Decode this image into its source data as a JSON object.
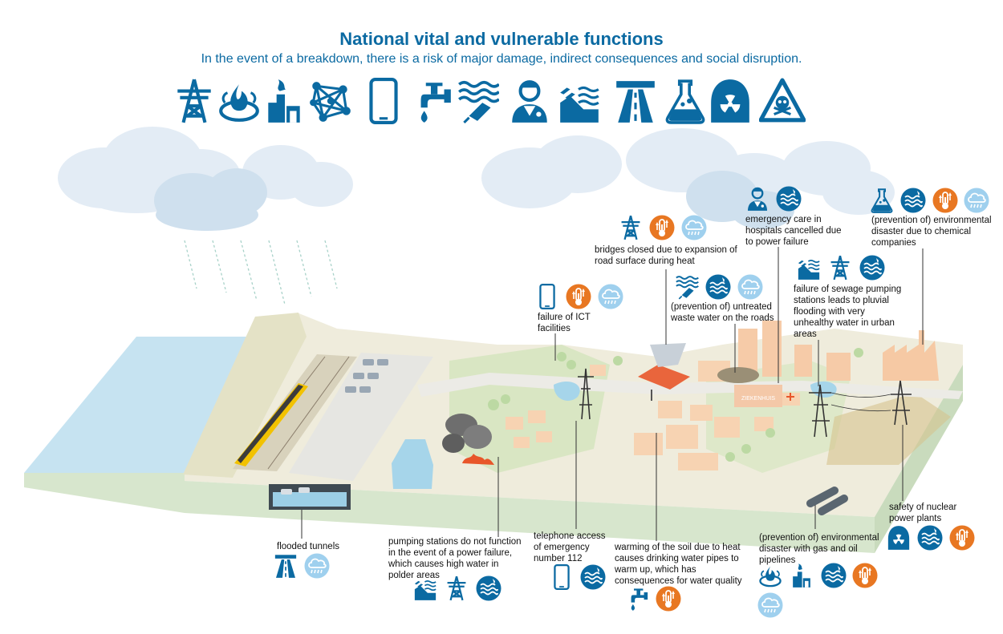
{
  "header": {
    "title": "National vital and vulnerable functions",
    "subtitle": "In the event of a breakdown, there is a risk of major damage, indirect consequences and social disruption."
  },
  "colors": {
    "blue": "#0b6aa2",
    "orange": "#e87722",
    "light_blue": "#9fd0ee",
    "water": "#a6d5ea",
    "terrain": "#e9e4cf",
    "green": "#b9d8a2"
  },
  "top_icons": [
    "power-pylon-icon",
    "gas-flame-icon",
    "factory-icon",
    "network-icon",
    "mobile-phone-icon",
    "water-tap-icon",
    "waste-water-icon",
    "doctor-icon",
    "pumping-station-icon",
    "highway-icon",
    "chemical-flask-icon",
    "nuclear-icon",
    "hazard-skull-icon"
  ],
  "scene": {
    "hospital_sign": "ZIEKENHUIS"
  },
  "annotations": {
    "flooded_tunnels": "flooded tunnels",
    "pumping_stations": "pumping stations do not function in the event of a power failure, which causes high water in polder areas",
    "telephone_access": "telephone access of emergency number 112",
    "warming_soil": "warming of the soil due to heat causes drinking water pipes to warm up, which has consequences for water quality",
    "gas_oil": "(prevention of) environmental disaster with gas and oil pipelines",
    "nuclear": "safety of nuclear power plants",
    "ict_failure": "failure of ICT facilities",
    "bridges": "bridges closed due to expansion of road surface during heat",
    "waste_water": "(prevention of) untreated waste water on the roads",
    "hospitals": "emergency care in hospitals cancelled due to power failure",
    "sewage": "failure of sewage pumping stations leads to pluvial flooding with very unhealthy water in urban areas",
    "chemical": "(prevention of) environmental disaster due to chemical companies"
  }
}
